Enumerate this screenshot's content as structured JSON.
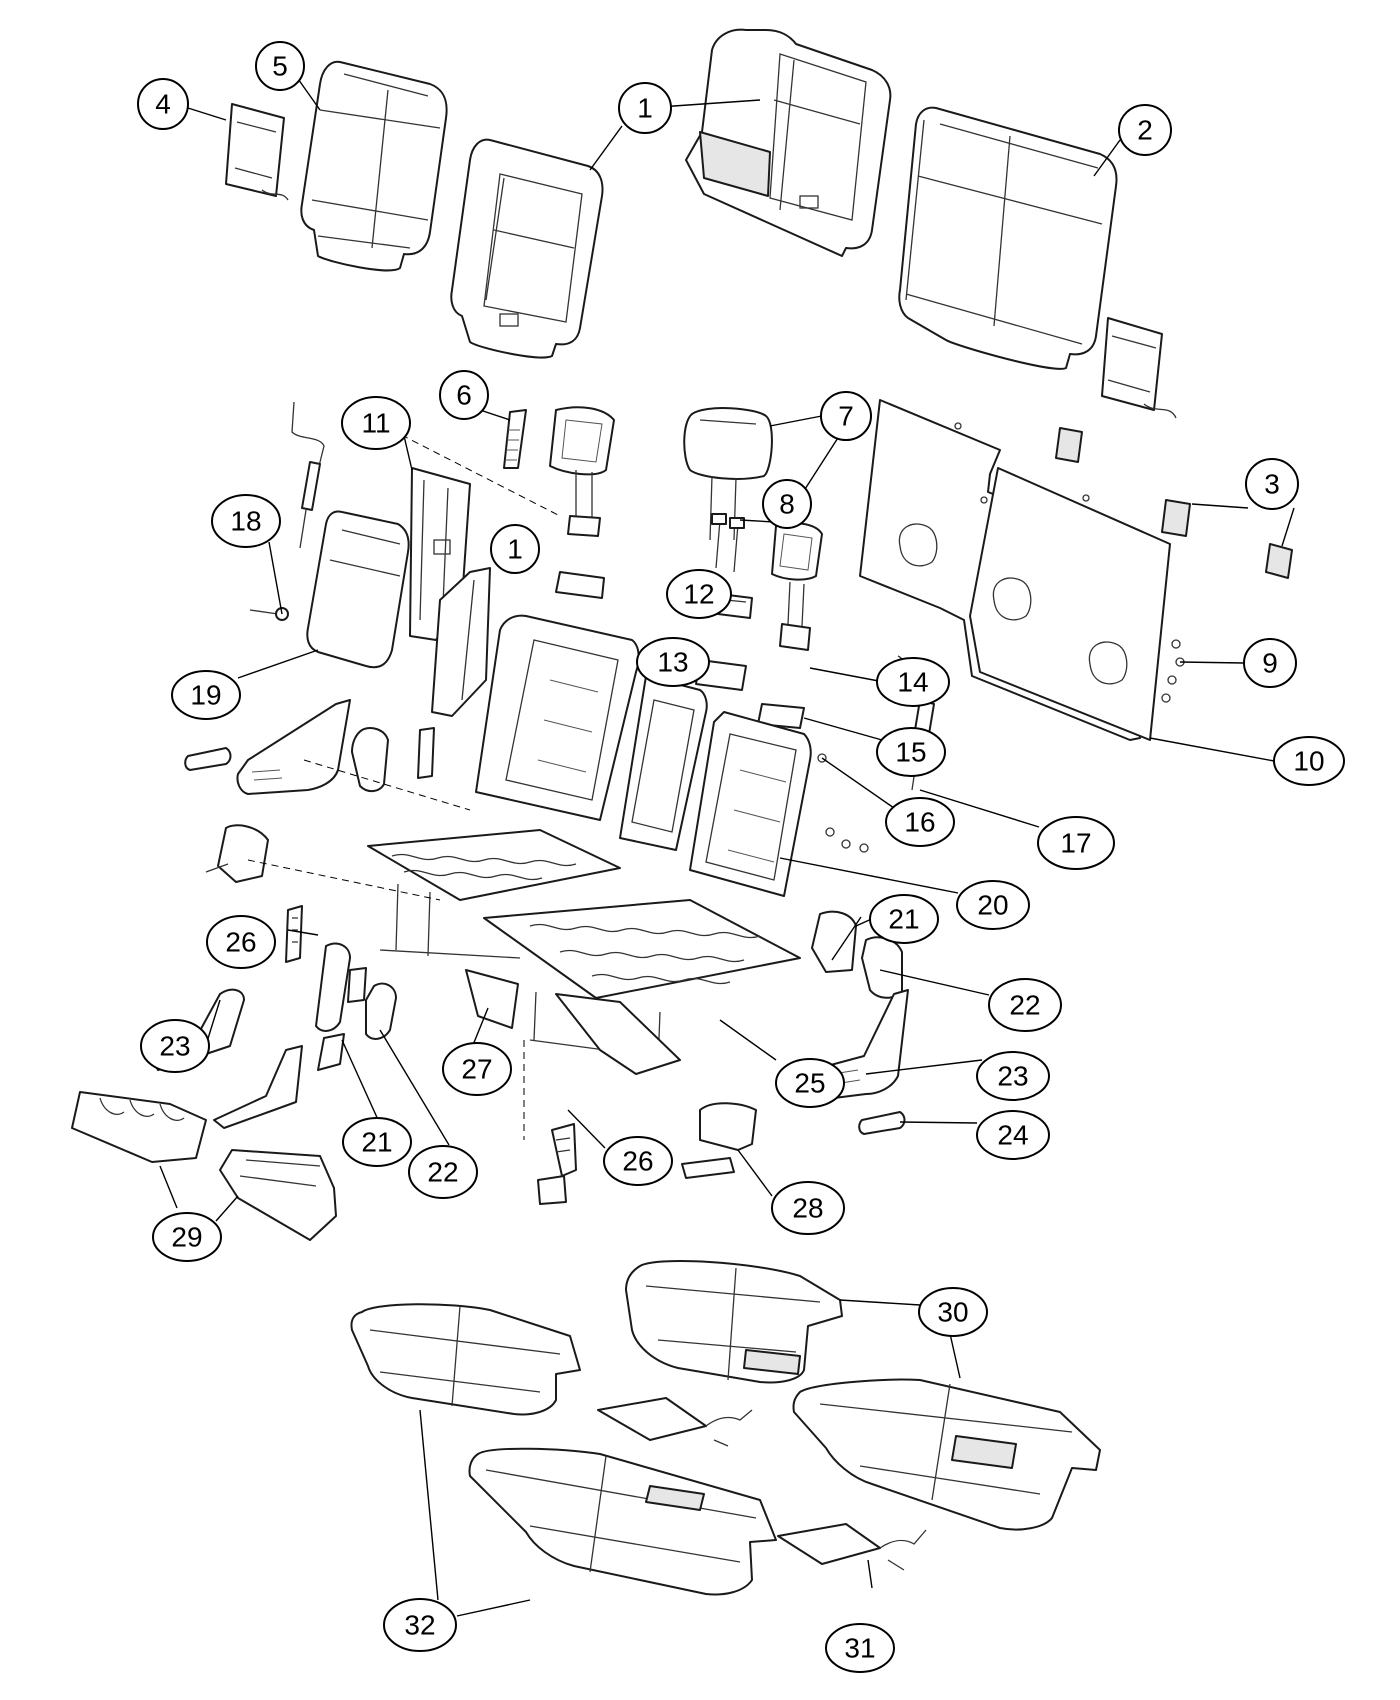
{
  "callouts": [
    {
      "id": "c1a",
      "label": "1"
    },
    {
      "id": "c1b",
      "label": "1"
    },
    {
      "id": "c2",
      "label": "2"
    },
    {
      "id": "c3",
      "label": "3"
    },
    {
      "id": "c4",
      "label": "4"
    },
    {
      "id": "c5",
      "label": "5"
    },
    {
      "id": "c6",
      "label": "6"
    },
    {
      "id": "c7",
      "label": "7"
    },
    {
      "id": "c8",
      "label": "8"
    },
    {
      "id": "c9",
      "label": "9"
    },
    {
      "id": "c10",
      "label": "10"
    },
    {
      "id": "c11",
      "label": "11"
    },
    {
      "id": "c12",
      "label": "12"
    },
    {
      "id": "c13",
      "label": "13"
    },
    {
      "id": "c14",
      "label": "14"
    },
    {
      "id": "c15",
      "label": "15"
    },
    {
      "id": "c16",
      "label": "16"
    },
    {
      "id": "c17",
      "label": "17"
    },
    {
      "id": "c18",
      "label": "18"
    },
    {
      "id": "c19",
      "label": "19"
    },
    {
      "id": "c20",
      "label": "20"
    },
    {
      "id": "c21a",
      "label": "21"
    },
    {
      "id": "c21b",
      "label": "21"
    },
    {
      "id": "c22a",
      "label": "22"
    },
    {
      "id": "c22b",
      "label": "22"
    },
    {
      "id": "c23a",
      "label": "23"
    },
    {
      "id": "c23b",
      "label": "23"
    },
    {
      "id": "c24",
      "label": "24"
    },
    {
      "id": "c25",
      "label": "25"
    },
    {
      "id": "c26a",
      "label": "26"
    },
    {
      "id": "c26b",
      "label": "26"
    },
    {
      "id": "c27",
      "label": "27"
    },
    {
      "id": "c28",
      "label": "28"
    },
    {
      "id": "c29",
      "label": "29"
    },
    {
      "id": "c30",
      "label": "30"
    },
    {
      "id": "c31",
      "label": "31"
    },
    {
      "id": "c32",
      "label": "32"
    }
  ]
}
